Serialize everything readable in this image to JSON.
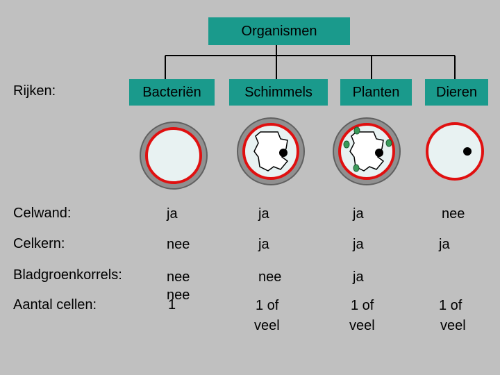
{
  "title": "Organismen",
  "rijken_label": "Rijken:",
  "kingdoms": [
    "Bacteriën",
    "Schimmels",
    "Planten",
    "Dieren"
  ],
  "rows": [
    {
      "label": "Celwand:",
      "values": [
        "ja",
        "ja",
        "ja",
        "nee"
      ]
    },
    {
      "label": "Celkern:",
      "values": [
        "nee",
        "ja",
        "ja",
        "ja"
      ]
    },
    {
      "label": "Bladgroenkorrels:",
      "values": [
        "nee",
        "nee",
        "ja",
        ""
      ]
    },
    {
      "label": "Aantal cellen:",
      "values": [
        "1",
        "1 of",
        "1 of",
        "1 of"
      ],
      "values2": [
        "",
        "veel",
        "veel",
        "veel"
      ]
    }
  ],
  "colors": {
    "header_box": "#1a9a8c",
    "membrane": "#e01010",
    "chloroplast": "#3a9a5a",
    "background": "#c0c0c0"
  }
}
